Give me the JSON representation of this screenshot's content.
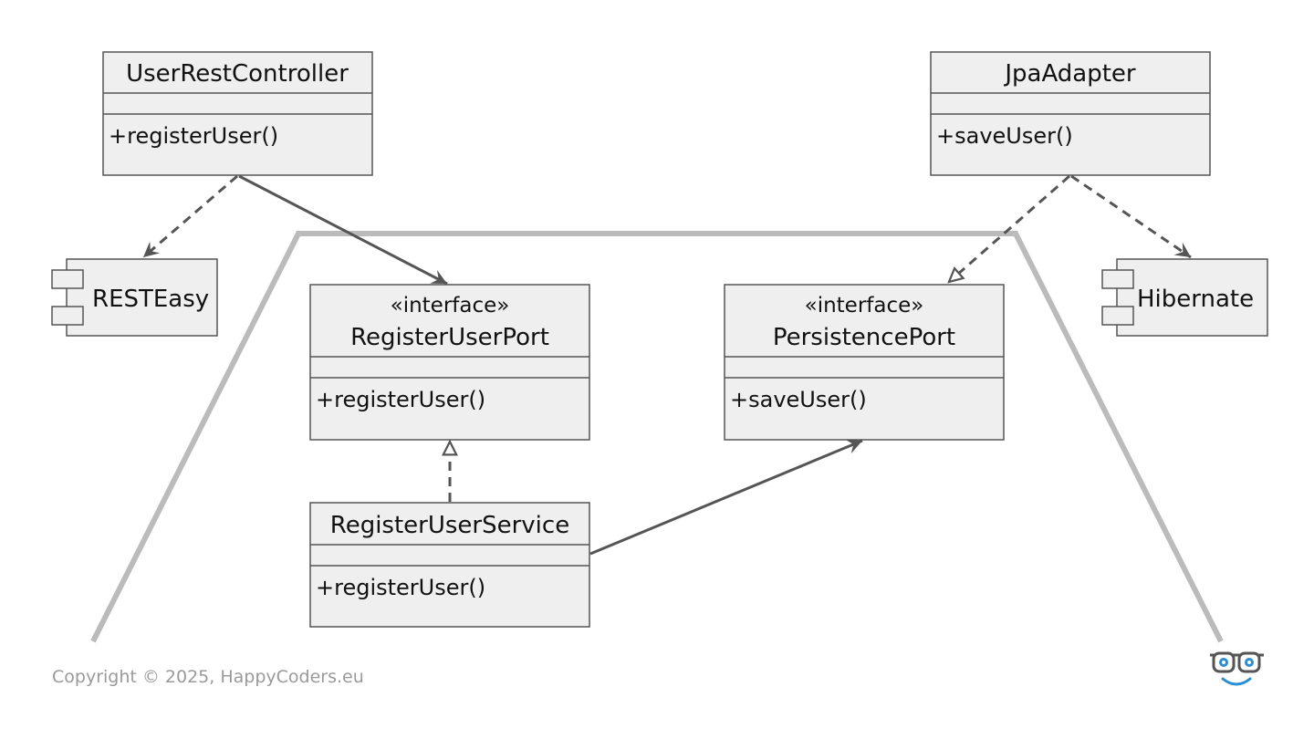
{
  "classes": {
    "user_rest_controller": {
      "name": "UserRestController",
      "method": "+registerUser()"
    },
    "jpa_adapter": {
      "name": "JpaAdapter",
      "method": "+saveUser()"
    },
    "register_user_port": {
      "stereotype": "«interface»",
      "name": "RegisterUserPort",
      "method": "+registerUser()"
    },
    "persistence_port": {
      "stereotype": "«interface»",
      "name": "PersistencePort",
      "method": "+saveUser()"
    },
    "register_user_service": {
      "name": "RegisterUserService",
      "method": "+registerUser()"
    }
  },
  "components": {
    "resteasy": {
      "name": "RESTEasy"
    },
    "hibernate": {
      "name": "Hibernate"
    }
  },
  "footer": {
    "copyright": "Copyright © 2025, HappyCoders.eu"
  },
  "colors": {
    "box_fill": "#efefef",
    "line": "#555555",
    "hexagon": "#bbbbbb",
    "logo_accent": "#2a8fd0"
  },
  "icons": {
    "logo": "glasses-smile-logo"
  }
}
